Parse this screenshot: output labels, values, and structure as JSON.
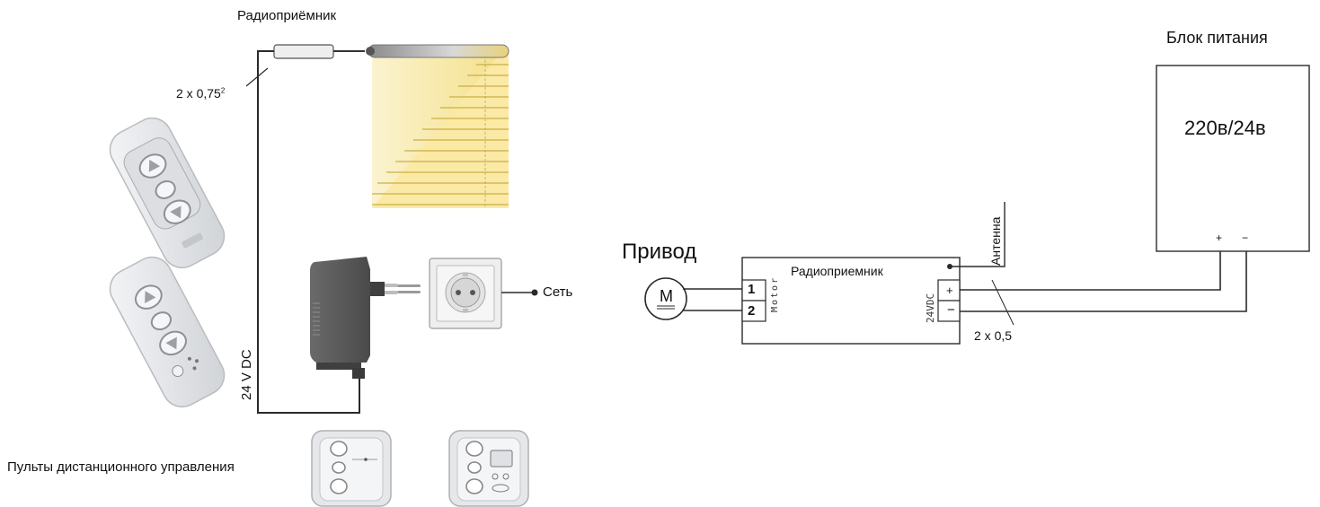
{
  "left_diagram": {
    "receiver_label": "Радиоприёмник",
    "wire_label_main": "2 x 0,75",
    "wire_label_sup": "2",
    "supply_voltage_label": "24 V DC",
    "mains_label": "Сеть",
    "remotes_label": "Пульты дистанционного управления"
  },
  "right_diagram": {
    "drive_label": "Привод",
    "motor_symbol": "M",
    "receiver_label": "Радиоприемник",
    "terminal_1": "1",
    "terminal_2": "2",
    "motor_terminal_label": "Motor",
    "dc_terminal_label": "24VDC",
    "plus_sign": "+",
    "minus_sign": "−",
    "antenna_label": "Антенна",
    "wire_label": "2 x 0,5",
    "psu_title": "Блок питания",
    "psu_value": "220в/24в",
    "psu_plus": "+",
    "psu_minus": "−"
  },
  "colors": {
    "line": "#2a2a2a",
    "device_gray": "#5d5d5d",
    "blind_yellow": "#fbeeb0",
    "blind_slat": "#d9c24e",
    "remote_face": "#e9eaec"
  }
}
